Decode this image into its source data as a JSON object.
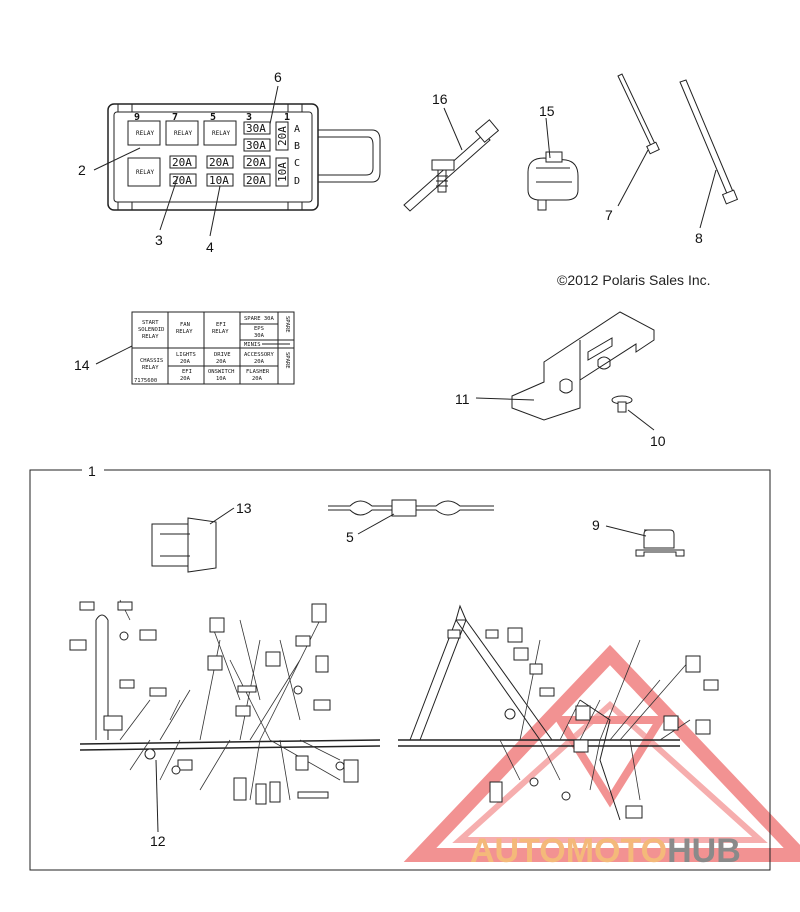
{
  "copyright": "©2012 Polaris Sales Inc.",
  "callouts": {
    "c1": "1",
    "c2": "2",
    "c3": "3",
    "c4": "4",
    "c5": "5",
    "c6": "6",
    "c7": "7",
    "c8": "8",
    "c9": "9",
    "c10": "10",
    "c11": "11",
    "c12": "12",
    "c13": "13",
    "c14": "14",
    "c15": "15",
    "c16": "16"
  },
  "fuse_box": {
    "position_numbers": [
      "9",
      "7",
      "5",
      "3",
      "1"
    ],
    "row_letters": [
      "A",
      "B",
      "C",
      "D"
    ],
    "relay_text": "RELAY",
    "fuses": [
      "30A",
      "30A",
      "20A",
      "20A",
      "20A",
      "20A",
      "10A",
      "20A",
      "20A",
      "10A"
    ]
  },
  "fuse_label": {
    "start_solenoid_relay": [
      "START",
      "SOLENOID",
      "RELAY"
    ],
    "fan_relay": [
      "FAN",
      "RELAY"
    ],
    "efi_relay": [
      "EFI",
      "RELAY"
    ],
    "spare_30a": "SPARE 30A",
    "eps_30a": [
      "EPS",
      "30A"
    ],
    "spare_vertical": "SPARE",
    "minis": "MINIS",
    "chassis_relay": [
      "CHASSIS",
      "RELAY"
    ],
    "lights_20a": [
      "LIGHTS",
      "20A"
    ],
    "drive_20a": [
      "DRIVE",
      "20A"
    ],
    "accessory_20a": [
      "ACCESSORY",
      "20A"
    ],
    "efi_20a": [
      "EFI",
      "20A"
    ],
    "onswitch_10a": [
      "ONSWITCH",
      "10A"
    ],
    "flasher_20a": [
      "FLASHER",
      "20A"
    ],
    "part_number": "7175600"
  },
  "watermark": {
    "part1": "AUTO",
    "part2": "MOTO",
    "part3": "HUB",
    "color_red": "#e83a3a",
    "color_orange": "#f4b97a",
    "color_gray": "#8a8a8a"
  }
}
